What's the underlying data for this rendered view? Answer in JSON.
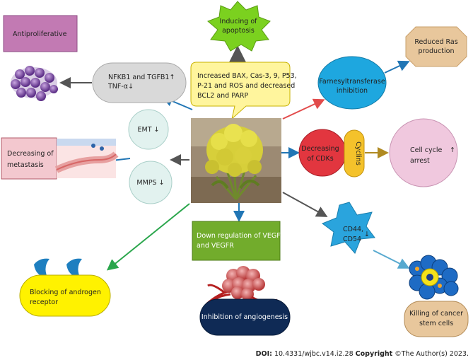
{
  "nodes": {
    "antiproliferative": "Antiproliferative",
    "apoptosis": [
      "Inducing of",
      "apoptosis"
    ],
    "reduced_ras": [
      "Reduced Ras",
      "production"
    ],
    "nfkb": [
      "NFKB1 and TGFB1↑",
      "TNF-α↓"
    ],
    "bax_callout": [
      "Increased BAX, Cas-3, 9, P53,",
      "P-21 and ROS and decreased",
      "BCL2 and PARP"
    ],
    "farnesyl": [
      "Farnesyltransferase",
      "inhibition"
    ],
    "emt": "EMT ↓",
    "mmps": "MMPS ↓",
    "metastasis": [
      "Decreasing of",
      "metastasis"
    ],
    "cdks": [
      "Decreasing",
      "of CDKs"
    ],
    "cyclins": "Cyclins",
    "cell_cycle": [
      "Cell cycle",
      "arrest"
    ],
    "cell_cycle_arrow": "↑",
    "cd44": [
      "CD44,",
      "CD54"
    ],
    "cd44_arrow": "↓",
    "vegf": [
      "Down regulation of VEGF",
      "and VEGFR"
    ],
    "androgen": [
      "Blocking of androgen",
      "receptor"
    ],
    "angiogenesis": "Inhibition of angiogenesis",
    "stem_cells": [
      "Killing of cancer",
      "stem cells"
    ]
  },
  "footer": {
    "doi_label": "DOI:",
    "doi_value": " 10.4331/wjbc.v14.i2.28 ",
    "copyright_label": "Copyright",
    "copyright_value": " ©The Author(s) 2023."
  },
  "colors": {
    "antiproliferative": "#c27ab3",
    "apoptosis": "#7bd11f",
    "reduced_ras": "#e8c79c",
    "farnesyl": "#1ea7df",
    "cdks": "#e2363f",
    "cyclins": "#f4c22b",
    "cell_cycle": "#f0c8de",
    "cd44": "#2aa4dd",
    "vegf": "#72ac2c",
    "androgen": "#fff200",
    "angiogenesis": "#0f2a55",
    "stem_cells": "#e8c79c",
    "metastasis": "#f3c8cf",
    "arrow_blue": "#2176b5",
    "arrow_gray": "#555555",
    "arrow_red": "#e24b4b",
    "arrow_gold": "#b08a22",
    "arrow_green": "#2aa64c",
    "arrow_lightblue": "#57a9cf"
  }
}
